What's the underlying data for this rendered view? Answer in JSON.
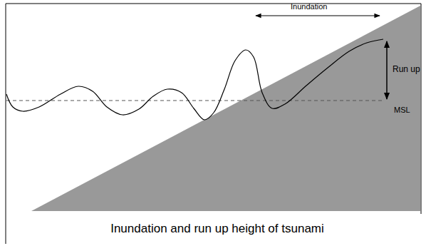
{
  "diagram": {
    "caption": "Inundation and run up height of tsunami",
    "labels": [
      "Inundation",
      "Run up",
      "MSL"
    ]
  }
}
